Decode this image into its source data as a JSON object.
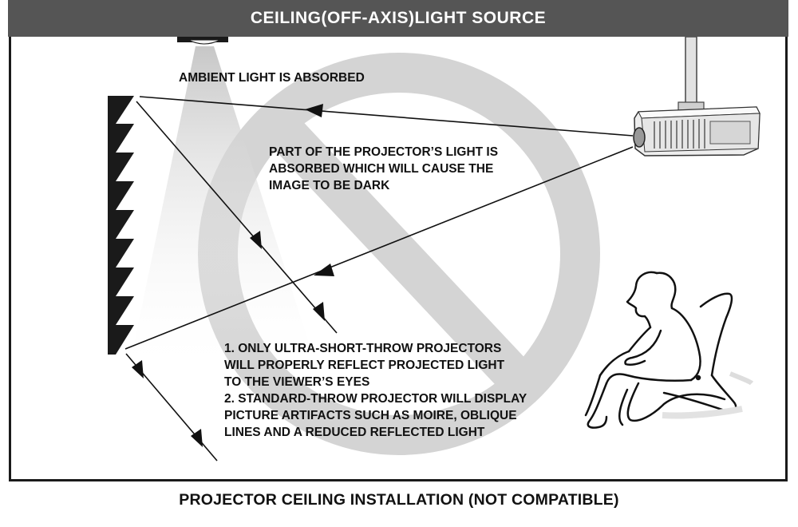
{
  "header": {
    "title": "CEILING(OFF-AXIS)LIGHT SOURCE"
  },
  "labels": {
    "ambient": "AMBIENT LIGHT IS ABSORBED",
    "partial": [
      "PART OF THE PROJECTOR’S LIGHT IS",
      "ABSORBED WHICH WILL CAUSE THE",
      "IMAGE TO BE DARK"
    ],
    "notes": [
      "1. ONLY ULTRA-SHORT-THROW PROJECTORS",
      "WILL PROPERLY REFLECT PROJECTED LIGHT",
      "TO THE VIEWER’S EYES",
      "2. STANDARD-THROW PROJECTOR WILL DISPLAY",
      "PICTURE ARTIFACTS SUCH AS MOIRE, OBLIQUE",
      "LINES AND A REDUCED REFLECTED LIGHT"
    ]
  },
  "caption": "PROJECTOR CEILING INSTALLATION (NOT COMPATIBLE)",
  "colors": {
    "header_bg": "#555555",
    "prohibition_sign": "#d4d4d4",
    "line": "#111111"
  },
  "icons": [
    "prohibition-sign-icon",
    "ceiling-lamp-icon",
    "projector-icon",
    "viewer-in-chair-icon",
    "alr-screen-icon"
  ]
}
